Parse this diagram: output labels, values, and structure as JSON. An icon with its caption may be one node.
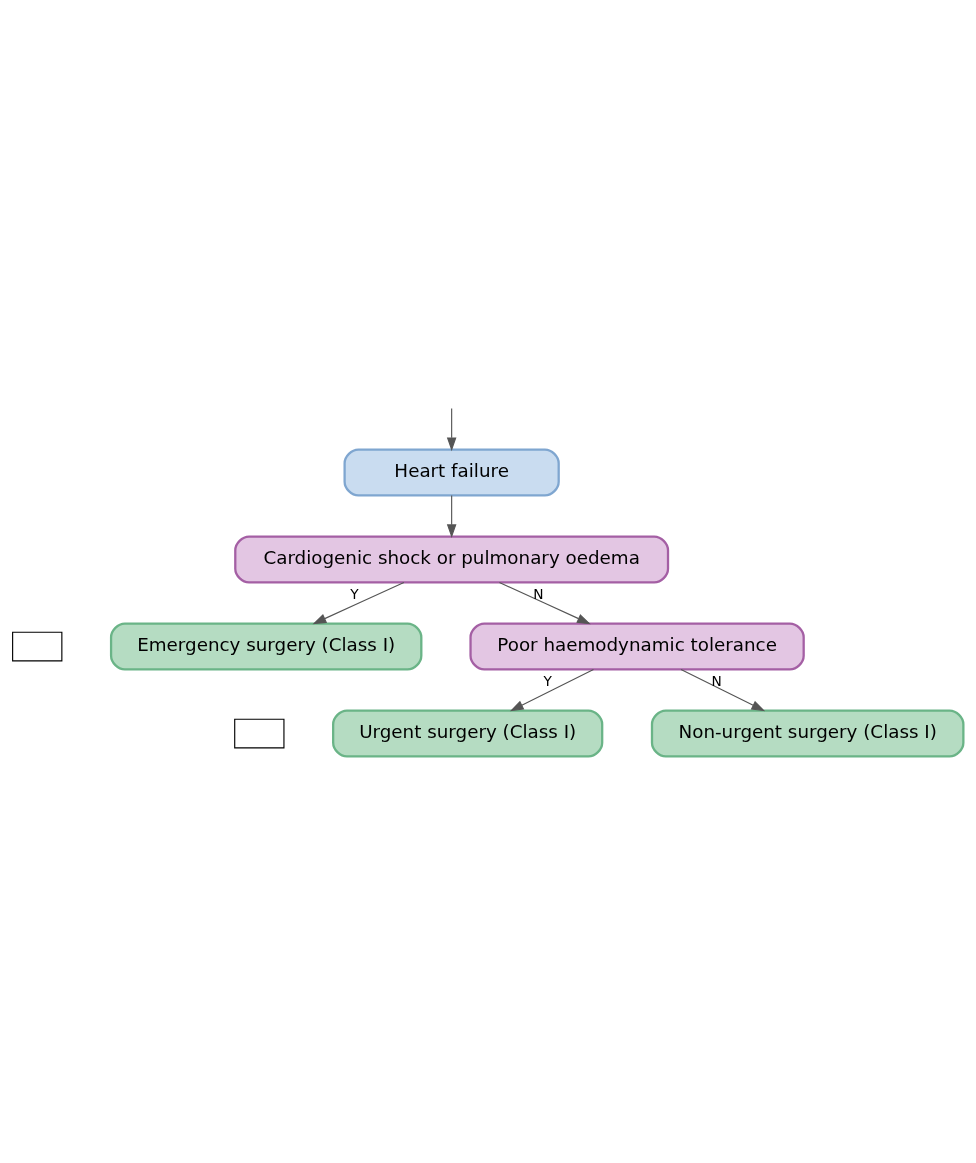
{
  "diagram": {
    "nodes": [
      {
        "text": [
          "Heart failure"
        ]
      },
      {
        "text": [
          "Cardiogenic shock or pulmonary oedema"
        ]
      },
      {
        "text": [
          "Emergency surgery (Class I)"
        ]
      },
      {
        "text": [
          "Poor haemodynamic tolerance"
        ]
      },
      {
        "text": [
          "Urgent surgery (Class I)"
        ]
      },
      {
        "text": [
          "Non-urgent surgery (Class I)"
        ]
      },
      {
        "text": [],
        "shape": "box"
      },
      {
        "text": [],
        "shape": "box"
      }
    ],
    "edges": [
      {
        "from": null,
        "to": 0,
        "arrow": "to"
      },
      {
        "from": 0,
        "to": 1,
        "arrow": "to"
      },
      {
        "from": 1,
        "to": 2,
        "label": "Y",
        "arrow": "to"
      },
      {
        "from": 1,
        "to": 3,
        "label": "N",
        "arrow": "to"
      },
      {
        "from": 3,
        "to": 4,
        "label": "Y",
        "arrow": "to"
      },
      {
        "from": 3,
        "to": 5,
        "label": "N",
        "arrow": "to"
      }
    ]
  }
}
